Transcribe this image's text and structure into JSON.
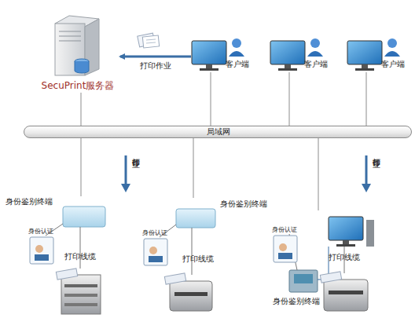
{
  "diagram": {
    "nodes": [
      {
        "text": [
          "SecuPrint服务器"
        ]
      },
      {
        "text": [
          "客户端"
        ]
      },
      {
        "text": [
          "客户端"
        ]
      },
      {
        "text": [
          "客户端"
        ]
      },
      {
        "text": [
          "局域网"
        ]
      },
      {
        "text": [
          "身份鉴别终端"
        ]
      },
      {
        "text": [
          "身份鉴别终端"
        ]
      },
      {
        "text": [
          "身份鉴别终端"
        ]
      }
    ],
    "edges": [
      {
        "from": 1,
        "to": 0,
        "arrow": "to",
        "label": "打印作业"
      },
      {
        "from": 0,
        "to": 4,
        "arrow": "none"
      },
      {
        "from": 1,
        "to": 4,
        "arrow": "none"
      },
      {
        "from": 2,
        "to": 4,
        "arrow": "none"
      },
      {
        "from": 3,
        "to": 4,
        "arrow": "none"
      },
      {
        "from": 4,
        "to": 5,
        "arrow": "none"
      },
      {
        "from": 4,
        "to": 6,
        "arrow": "none"
      },
      {
        "from": 4,
        "to": 7,
        "arrow": "none"
      }
    ],
    "labels": [
      "打印作业",
      "打印作业",
      "身份认证",
      "身份认证",
      "身份认证",
      "打印线缆",
      "打印线缆",
      "打印线缆"
    ]
  }
}
